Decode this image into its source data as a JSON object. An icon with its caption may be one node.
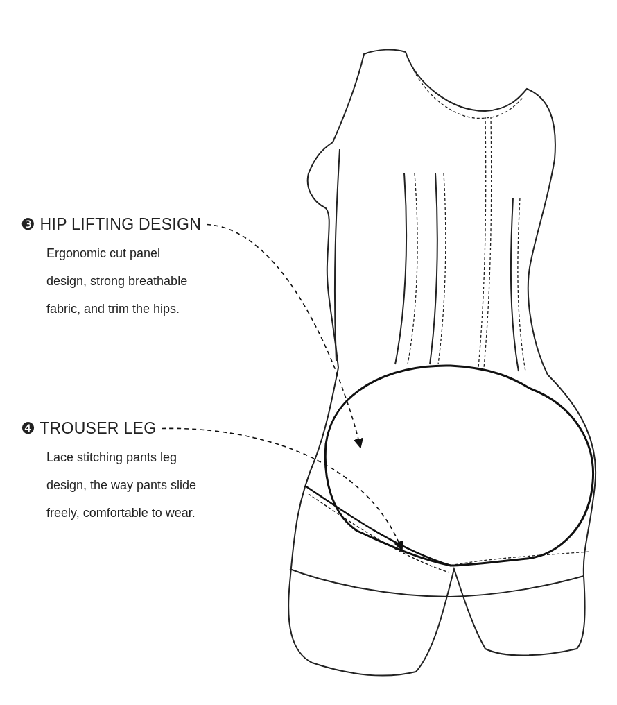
{
  "diagram": {
    "nodes": [
      {
        "text": [
          "❸ HIP LIFTING DESIGN",
          "Ergonomic cut panel design, strong breathable fabric, and trim the hips."
        ]
      },
      {
        "text": [],
        "shape": "picture"
      },
      {
        "text": [
          "❹ TROUSER LEG",
          "Lace stitching pants leg design, the way pants slide freely, comfortable to wear."
        ]
      },
      {
        "text": [],
        "shape": "picture"
      }
    ],
    "edges": [
      {
        "from": 0,
        "to": 1,
        "arrow": "to",
        "style": "dashed"
      },
      {
        "from": 2,
        "to": 3,
        "arrow": "to",
        "style": "dashed"
      }
    ]
  }
}
